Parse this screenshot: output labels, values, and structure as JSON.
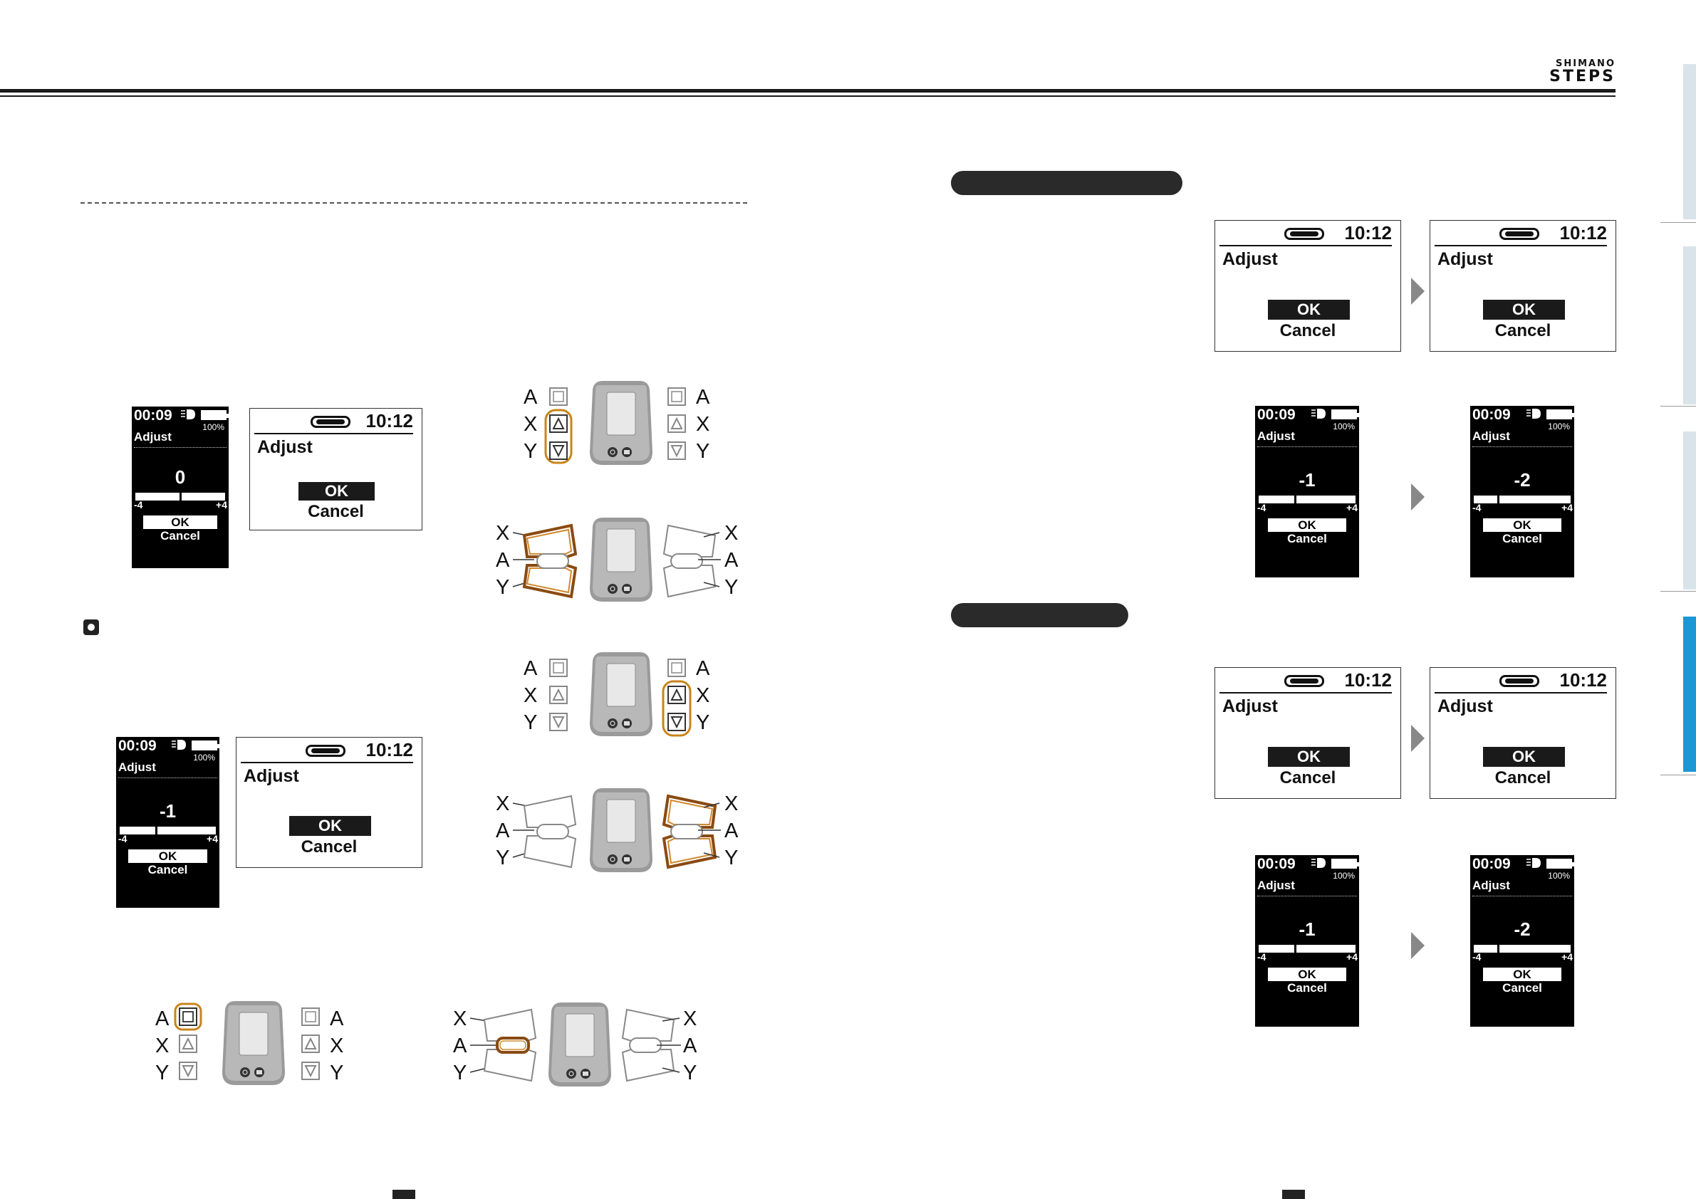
{
  "header": {
    "logo_line1": "SHIMANO",
    "logo_line2": "STEPS"
  },
  "colors": {
    "accent_tab": "#1b97d6",
    "inactive_tab": "#d9e3ea",
    "highlight": "#c8841a"
  },
  "icons": [
    "square-button-icon",
    "triangle-up-icon",
    "triangle-down-icon",
    "play-arrow-icon",
    "power-icon",
    "light-icon",
    "battery-icon"
  ],
  "button_labels": {
    "a": "A",
    "x": "X",
    "y": "Y"
  },
  "dark_screen": {
    "time": "00:09",
    "battery_pct": "100%",
    "label": "Adjust",
    "min": "-4",
    "max": "+4",
    "ok": "OK",
    "cancel": "Cancel",
    "values": [
      "0",
      "-1",
      "-1",
      "-2",
      "-1",
      "-2"
    ],
    "levels": [
      0,
      -1,
      -1,
      -2,
      -1,
      -2
    ]
  },
  "white_screen": {
    "time": "10:12",
    "label": "Adjust",
    "ok": "OK",
    "cancel": "Cancel"
  }
}
